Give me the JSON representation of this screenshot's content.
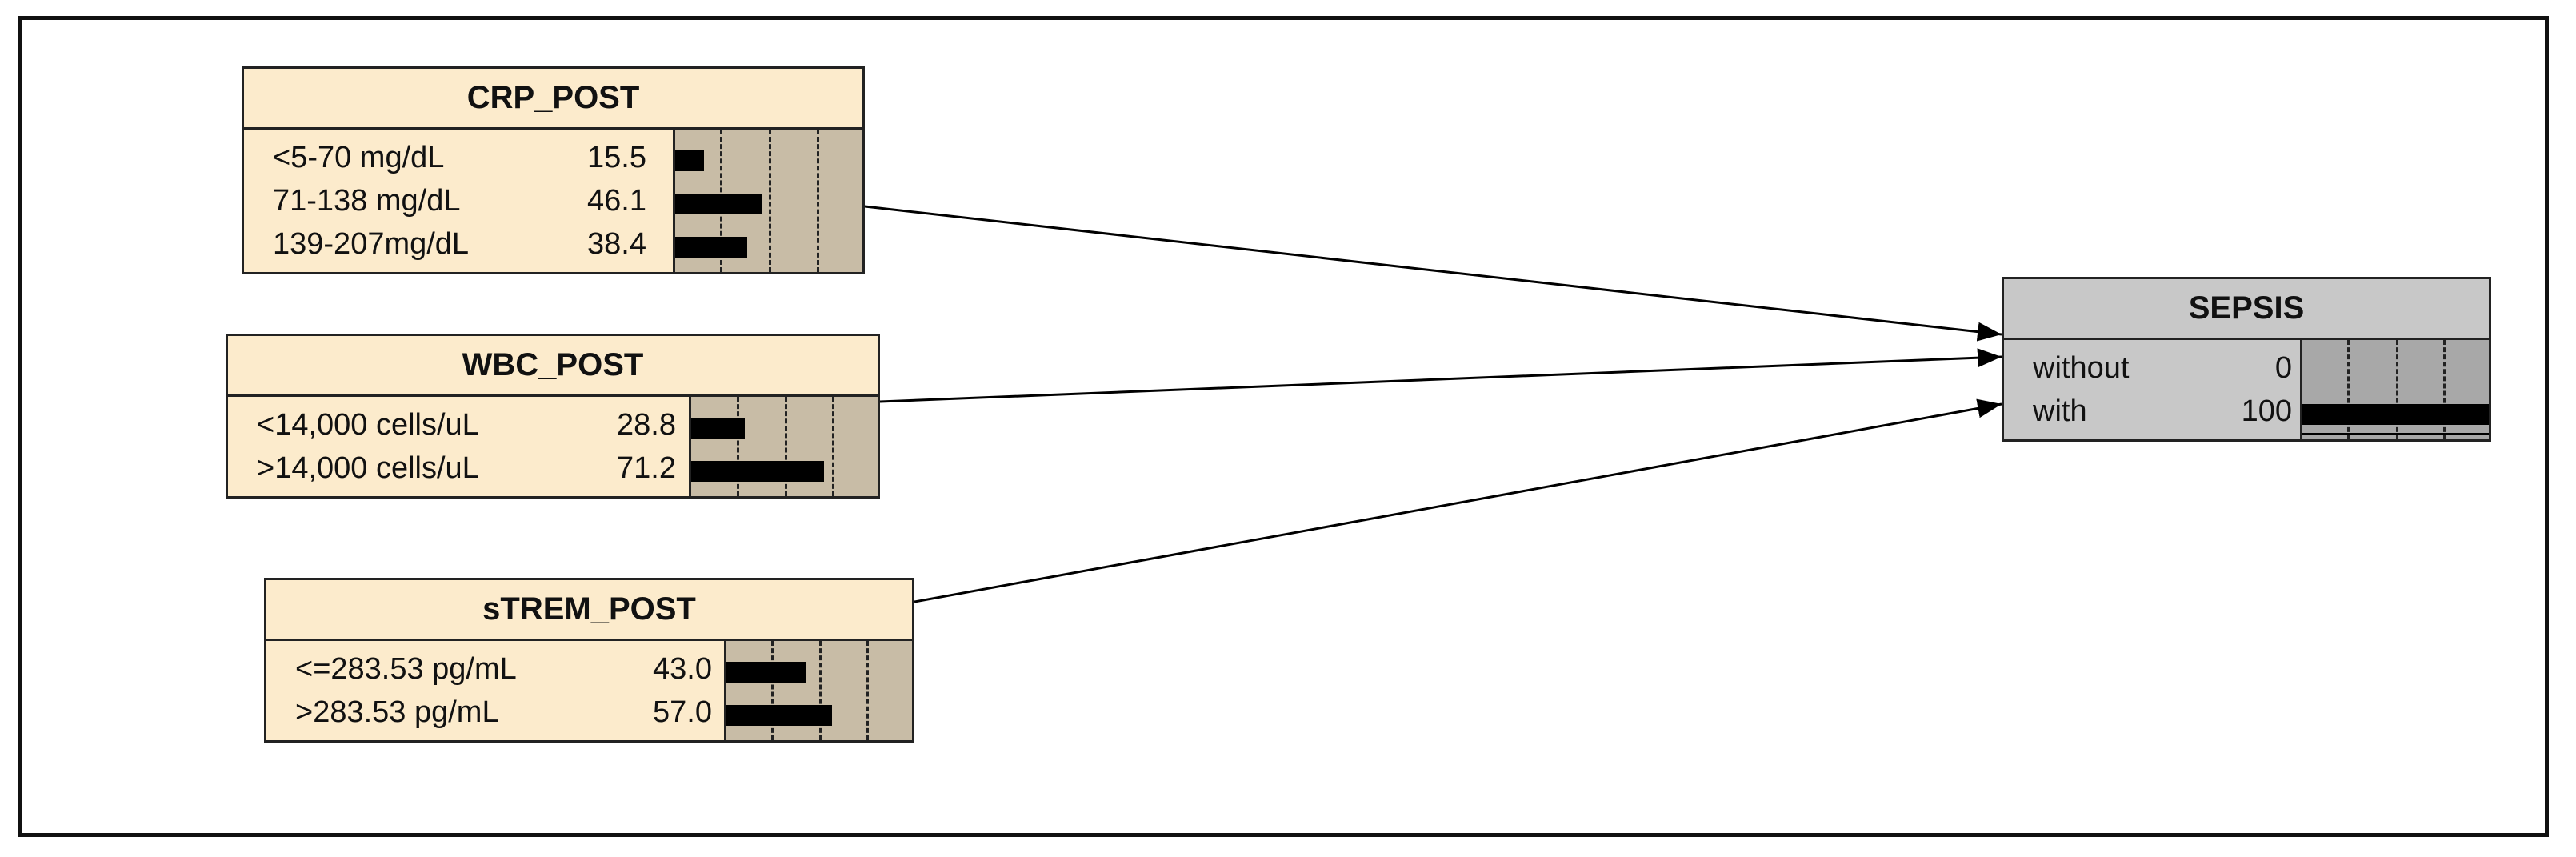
{
  "colors": {
    "node_body": "#fcebcc",
    "node_bar_background": "#c8bca6",
    "target_node_body": "#c8c8c8",
    "target_bar_background": "#a8a8a8",
    "edge": "#000000",
    "frame": "#111111"
  },
  "nodes": [
    {
      "id": "crp_post",
      "title": "CRP_POST",
      "states": [
        {
          "label": "<5-70 mg/dL",
          "value": "15.5",
          "percent": 15.5
        },
        {
          "label": "71-138 mg/dL",
          "value": "46.1",
          "percent": 46.1
        },
        {
          "label": "139-207mg/dL",
          "value": "38.4",
          "percent": 38.4
        }
      ]
    },
    {
      "id": "wbc_post",
      "title": "WBC_POST",
      "states": [
        {
          "label": "<14,000 cells/uL",
          "value": "28.8",
          "percent": 28.8
        },
        {
          "label": ">14,000 cells/uL",
          "value": "71.2",
          "percent": 71.2
        }
      ]
    },
    {
      "id": "strem_post",
      "title": "sTREM_POST",
      "states": [
        {
          "label": "<=283.53 pg/mL",
          "value": "43.0",
          "percent": 43.0
        },
        {
          "label": ">283.53 pg/mL",
          "value": "57.0",
          "percent": 57.0
        }
      ]
    },
    {
      "id": "sepsis",
      "title": "SEPSIS",
      "target": true,
      "states": [
        {
          "label": "without",
          "value": "0",
          "percent": 0
        },
        {
          "label": "with",
          "value": "100",
          "percent": 100
        }
      ]
    }
  ],
  "edges": [
    {
      "from": "crp_post",
      "to": "sepsis"
    },
    {
      "from": "wbc_post",
      "to": "sepsis"
    },
    {
      "from": "strem_post",
      "to": "sepsis"
    }
  ]
}
